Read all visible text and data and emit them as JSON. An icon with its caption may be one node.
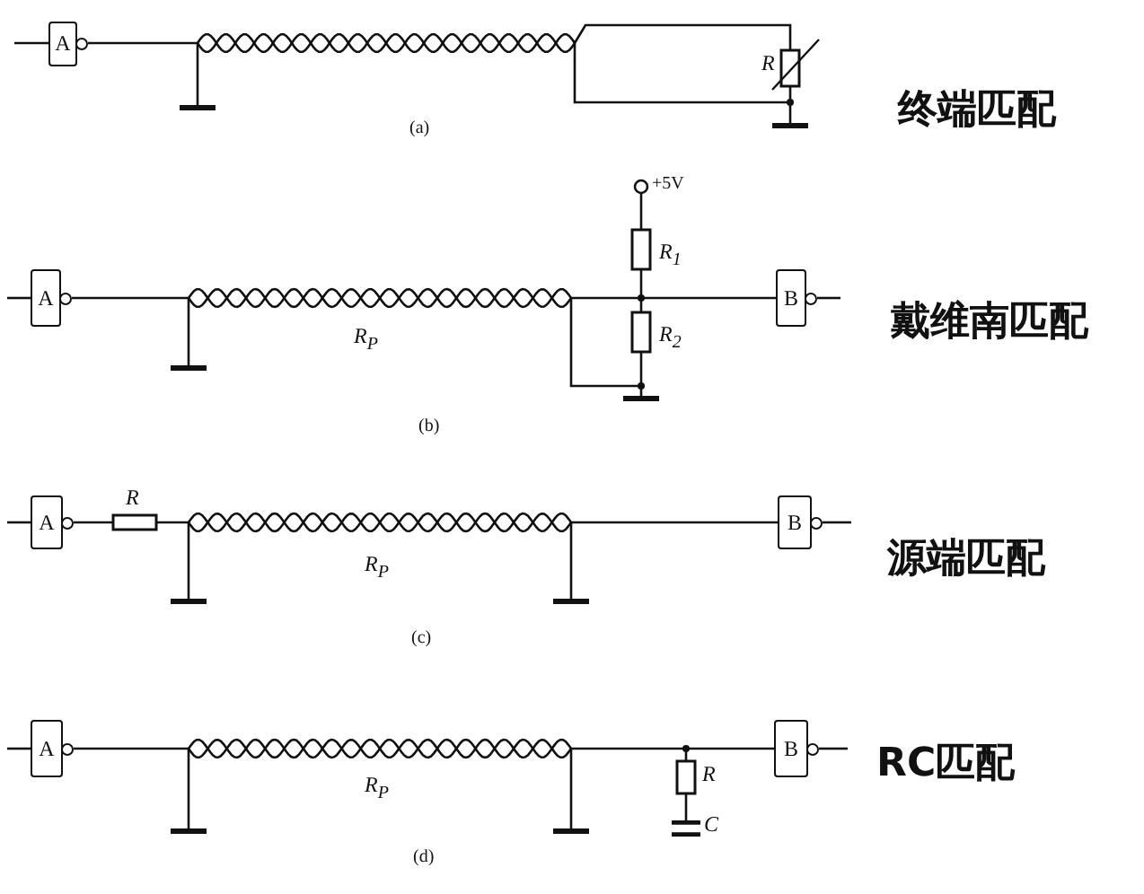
{
  "diagram": {
    "nodes": [
      {
        "text": [
          "A"
        ]
      },
      {
        "text": [],
        "shape": "resistor",
        "beside": [
          "R"
        ]
      },
      {
        "text": [
          "A"
        ]
      },
      {
        "text": [],
        "shape": "resistor",
        "beside": [
          "R$_{1}$"
        ]
      },
      {
        "text": [],
        "shape": "resistor",
        "beside": [
          "R$_{2}$"
        ]
      },
      {
        "text": [
          "B"
        ]
      },
      {
        "text": [
          "A"
        ]
      },
      {
        "text": [],
        "shape": "resistor",
        "beside": [
          "R"
        ]
      },
      {
        "text": [
          "B"
        ]
      },
      {
        "text": [
          "A"
        ]
      },
      {
        "text": [
          "B"
        ]
      },
      {
        "text": [],
        "shape": "resistor",
        "beside": [
          "R"
        ]
      },
      {
        "text": [],
        "shape": "capacitor",
        "beside": [
          "C"
        ]
      }
    ],
    "edges": [
      {
        "from": 0,
        "to": 1,
        "arrow": "none"
      },
      {
        "from": 2,
        "to": 5,
        "arrow": "none"
      },
      {
        "from": 3,
        "to": 4,
        "arrow": "none"
      },
      {
        "from": 6,
        "to": 7,
        "arrow": "none"
      },
      {
        "from": 7,
        "to": 8,
        "arrow": "none"
      },
      {
        "from": 9,
        "to": 10,
        "arrow": "none"
      },
      {
        "from": 11,
        "to": 12,
        "arrow": "none"
      }
    ],
    "labels": [
      "终端匹配",
      "(a)",
      "+5V",
      "戴维南匹配",
      "R$_{P}$",
      "(b)",
      "源端匹配",
      "R$_{P}$",
      "(c)",
      "R$_{P}$",
      "RC匹配",
      "(d)"
    ]
  }
}
